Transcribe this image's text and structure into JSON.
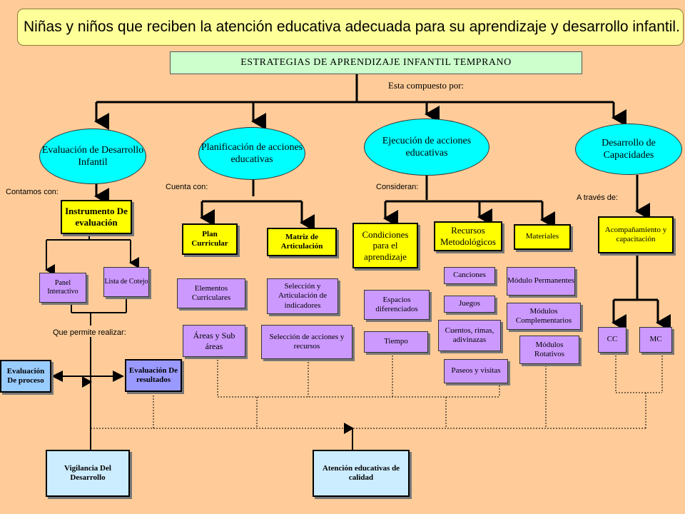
{
  "title": "Niñas y niños que reciben la atención educativa adecuada para su aprendizaje y desarrollo infantil.",
  "root": "ESTRATEGIAS DE APRENDIZAJE INFANTIL TEMPRANO",
  "root_label": "Esta compuesto por:",
  "branches": [
    {
      "name": "Evaluación de Desarrollo Infantil",
      "label": "Contamos con:"
    },
    {
      "name": "Planificación de acciones educativas",
      "label": "Cuenta con:"
    },
    {
      "name": "Ejecución de acciones educativas",
      "label": "Consideran:"
    },
    {
      "name": "Desarrollo de Capacidades",
      "label": "A través de:"
    }
  ],
  "eval": {
    "instrumento": "Instrumento De evaluación",
    "panel": "Panel Interactivo",
    "lista": "Lista de Cotejo",
    "permite": "Que permite realizar:",
    "proceso": "Evaluación De proceso",
    "resultados": "Evaluación De resultados"
  },
  "plan": {
    "plan_curricular": "Plan Curricular",
    "matriz": "Matriz de Articulación",
    "elementos": "Elementos Curriculares",
    "areas": "Áreas y Sub áreas",
    "seleccion_ind": "Selección y Articulación de indicadores",
    "seleccion_acc": "Selección de acciones y recursos"
  },
  "ejec": {
    "condiciones": "Condiciones para el aprendizaje",
    "recursos": "Recursos Metodológicos",
    "materiales": "Materiales",
    "espacios": "Espacios diferenciados",
    "tiempo": "Tiempo",
    "canciones": "Canciones",
    "juegos": "Juegos",
    "cuentos": "Cuentos, rimas, adivinazas",
    "paseos": "Paseos y visitas",
    "modulo_perm": "Módulo Permanentes",
    "modulos_comp": "Módulos Complementarios",
    "modulos_rot": "Módulos Rotativos"
  },
  "cap": {
    "acompanamiento": "Acompañamiento y capacitación",
    "cc": "CC",
    "mc": "MC"
  },
  "bottom": {
    "vigilancia": "Vigilancia Del Desarrollo",
    "atencion": "Atención educativas de calidad"
  }
}
